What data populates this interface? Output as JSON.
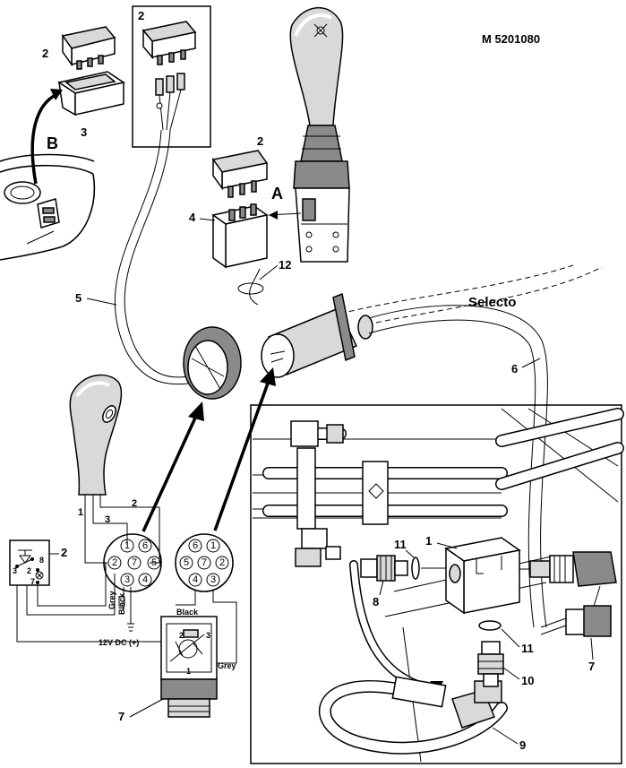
{
  "doc_ref": "M 5201080",
  "labels": {
    "selecto": "Selecto",
    "view_a": "A",
    "view_b": "B",
    "wire_grey": "Grey",
    "wire_black": "Black",
    "supply": "12V DC (+)"
  },
  "callouts": {
    "c1": "1",
    "c2": "2",
    "c3": "3",
    "c4": "4",
    "c5": "5",
    "c6": "6",
    "c7": "7",
    "c8": "8",
    "c9": "9",
    "c10": "10",
    "c11": "11",
    "c12": "12"
  },
  "socket_pins": [
    "1",
    "6",
    "2",
    "7",
    "5",
    "3",
    "4"
  ],
  "plug_pins": [
    "6",
    "1",
    "5",
    "7",
    "2",
    "4",
    "3"
  ],
  "switch_terminals": [
    "3",
    "2",
    "8",
    "7"
  ],
  "wire_numbers": [
    "1",
    "3",
    "2"
  ],
  "valve_pins": [
    "2",
    "3",
    "1"
  ]
}
